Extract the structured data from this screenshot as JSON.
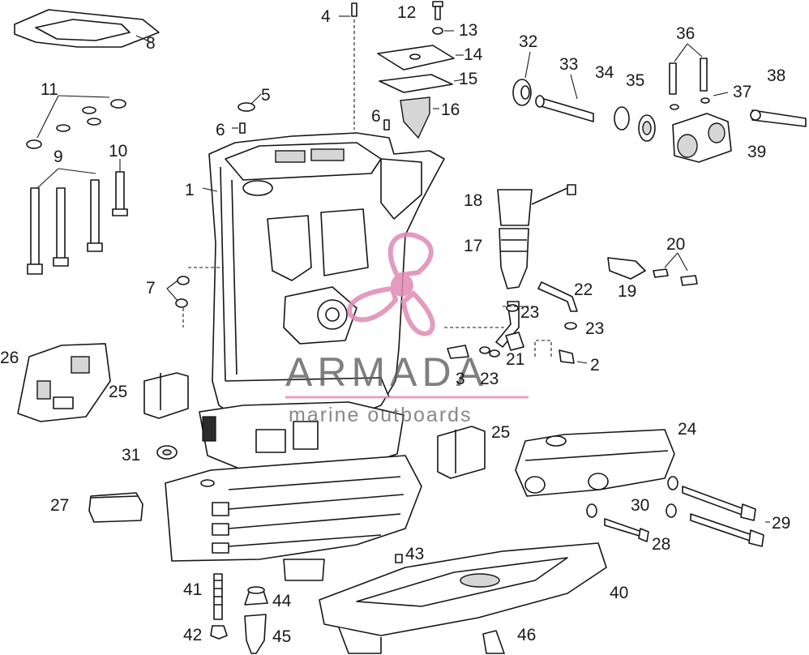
{
  "watermark": {
    "brand": "ARMADA",
    "tagline": "marine outboards",
    "accent_color": "#e08ab4"
  },
  "callouts": [
    {
      "id": "c1",
      "text": "1"
    },
    {
      "id": "c2",
      "text": "2"
    },
    {
      "id": "c3",
      "text": "3"
    },
    {
      "id": "c4",
      "text": "4"
    },
    {
      "id": "c5",
      "text": "5"
    },
    {
      "id": "c6a",
      "text": "6"
    },
    {
      "id": "c6b",
      "text": "6"
    },
    {
      "id": "c7",
      "text": "7"
    },
    {
      "id": "c8",
      "text": "8"
    },
    {
      "id": "c9",
      "text": "9"
    },
    {
      "id": "c10",
      "text": "10"
    },
    {
      "id": "c11",
      "text": "11"
    },
    {
      "id": "c12",
      "text": "12"
    },
    {
      "id": "c13",
      "text": "13"
    },
    {
      "id": "c14",
      "text": "14"
    },
    {
      "id": "c15",
      "text": "15"
    },
    {
      "id": "c16",
      "text": "16"
    },
    {
      "id": "c17",
      "text": "17"
    },
    {
      "id": "c18",
      "text": "18"
    },
    {
      "id": "c19",
      "text": "19"
    },
    {
      "id": "c20",
      "text": "20"
    },
    {
      "id": "c21",
      "text": "21"
    },
    {
      "id": "c22",
      "text": "22"
    },
    {
      "id": "c23a",
      "text": "23"
    },
    {
      "id": "c23b",
      "text": "23"
    },
    {
      "id": "c23c",
      "text": "23"
    },
    {
      "id": "c24",
      "text": "24"
    },
    {
      "id": "c25a",
      "text": "25"
    },
    {
      "id": "c25b",
      "text": "25"
    },
    {
      "id": "c26",
      "text": "26"
    },
    {
      "id": "c27",
      "text": "27"
    },
    {
      "id": "c28",
      "text": "28"
    },
    {
      "id": "c29",
      "text": "29"
    },
    {
      "id": "c30",
      "text": "30"
    },
    {
      "id": "c31",
      "text": "31"
    },
    {
      "id": "c32",
      "text": "32"
    },
    {
      "id": "c33",
      "text": "33"
    },
    {
      "id": "c34",
      "text": "34"
    },
    {
      "id": "c35",
      "text": "35"
    },
    {
      "id": "c36",
      "text": "36"
    },
    {
      "id": "c37",
      "text": "37"
    },
    {
      "id": "c38",
      "text": "38"
    },
    {
      "id": "c39",
      "text": "39"
    },
    {
      "id": "c40",
      "text": "40"
    },
    {
      "id": "c41",
      "text": "41"
    },
    {
      "id": "c42",
      "text": "42"
    },
    {
      "id": "c43",
      "text": "43"
    },
    {
      "id": "c44",
      "text": "44"
    },
    {
      "id": "c45",
      "text": "45"
    },
    {
      "id": "c46",
      "text": "46"
    }
  ]
}
